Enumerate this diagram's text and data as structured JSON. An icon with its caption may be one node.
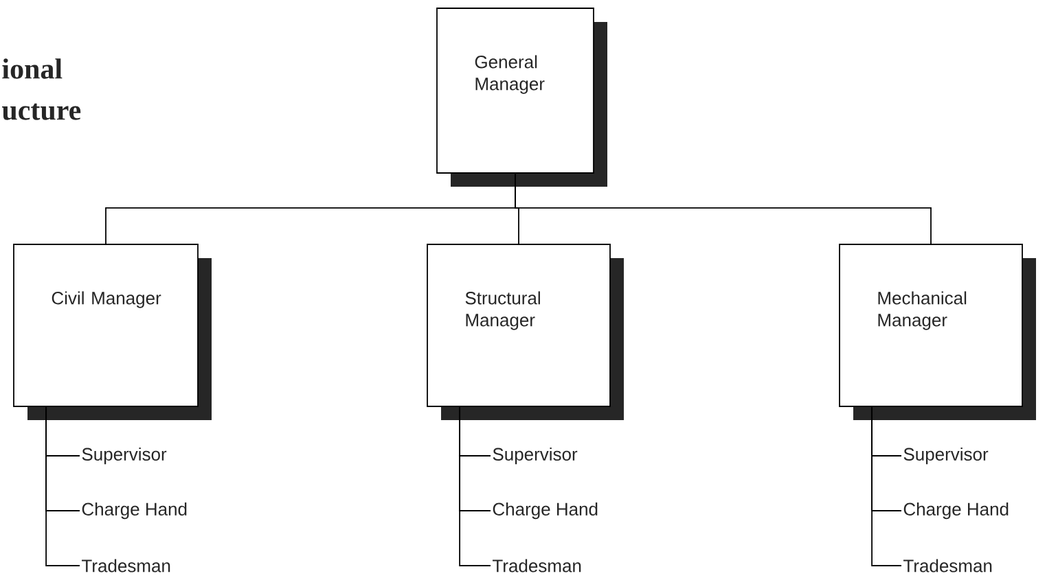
{
  "diagram": {
    "title": "ional ucture",
    "nodes": [
      {
        "text": [
          "General Manager"
        ]
      },
      {
        "text": [
          "Civil Manager"
        ]
      },
      {
        "text": [
          "Structural Manager"
        ]
      },
      {
        "text": [
          "Mechanical Manager"
        ]
      },
      {
        "text": [
          "Supervisor"
        ]
      },
      {
        "text": [
          "Charge Hand"
        ]
      },
      {
        "text": [
          "Tradesman"
        ]
      },
      {
        "text": [
          "Supervisor"
        ]
      },
      {
        "text": [
          "Charge Hand"
        ]
      },
      {
        "text": [
          "Tradesman"
        ]
      },
      {
        "text": [
          "Supervisor"
        ]
      },
      {
        "text": [
          "Charge Hand"
        ]
      },
      {
        "text": [
          "Tradesman"
        ]
      }
    ],
    "edges": [
      {
        "from": 0,
        "to": 1,
        "arrow": "none"
      },
      {
        "from": 0,
        "to": 2,
        "arrow": "none"
      },
      {
        "from": 0,
        "to": 3,
        "arrow": "none"
      },
      {
        "from": 1,
        "to": 4,
        "arrow": "none"
      },
      {
        "from": 1,
        "to": 5,
        "arrow": "none"
      },
      {
        "from": 1,
        "to": 6,
        "arrow": "none"
      },
      {
        "from": 2,
        "to": 7,
        "arrow": "none"
      },
      {
        "from": 2,
        "to": 8,
        "arrow": "none"
      },
      {
        "from": 2,
        "to": 9,
        "arrow": "none"
      },
      {
        "from": 3,
        "to": 10,
        "arrow": "none"
      },
      {
        "from": 3,
        "to": 11,
        "arrow": "none"
      },
      {
        "from": 3,
        "to": 12,
        "arrow": "none"
      }
    ]
  }
}
